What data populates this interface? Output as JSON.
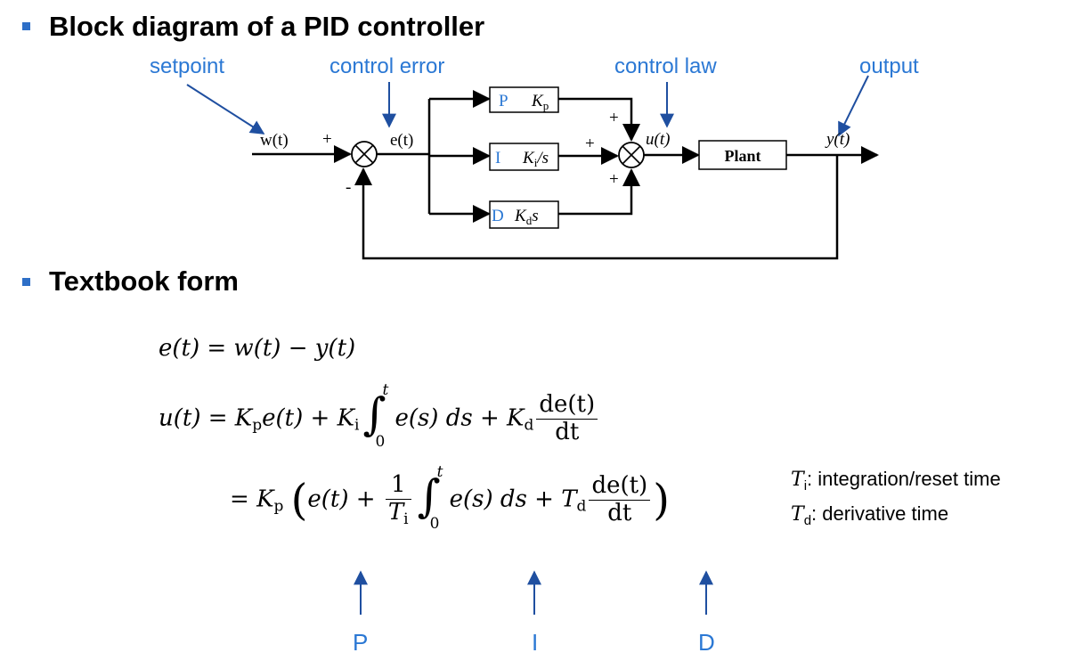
{
  "headings": {
    "block_diagram": "Block diagram of a PID controller",
    "textbook": "Textbook form"
  },
  "annotations": {
    "setpoint": "setpoint",
    "control_error": "control error",
    "control_law": "control law",
    "output": "output"
  },
  "diagram": {
    "w": "w(t)",
    "e": "e(t)",
    "u": "u(t)",
    "y": "y(t)",
    "plant": "Plant",
    "p_letter": "P",
    "p_gain": "K",
    "p_sub": "p",
    "i_letter": "I",
    "i_gain": "K",
    "i_sub": "i",
    "i_rest": "/s",
    "d_letter": "D",
    "d_gain": "K",
    "d_sub": "d",
    "d_rest": "s",
    "plus": "+",
    "minus": "-"
  },
  "equations": {
    "eq1": "e(t) = w(t) − y(t)",
    "eq2_lhs": "u(t) = ",
    "kp": "K",
    "kp_sub": "p",
    "et": "e(t) + ",
    "ki": "K",
    "ki_sub": "i",
    "int_upper": "t",
    "int_lower": "0",
    "int_body": "e(s) ds + ",
    "kd": "K",
    "kd_sub": "d",
    "de": "de(t)",
    "dt": "dt",
    "eq3_eq": "= ",
    "one": "1",
    "ti": "T",
    "ti_sub": "i",
    "td": "T",
    "td_sub": "d",
    "lparen": "(",
    "rparen": ")"
  },
  "legend": {
    "ti_sym": "T",
    "ti_sub": "i",
    "ti_text": ": integration/reset time",
    "td_sym": "T",
    "td_sub": "d",
    "td_text": ": derivative time"
  },
  "pid_labels": [
    "P",
    "I",
    "D"
  ],
  "colors": {
    "accent": "#2b78d4",
    "bullet": "#2e6fc7"
  }
}
